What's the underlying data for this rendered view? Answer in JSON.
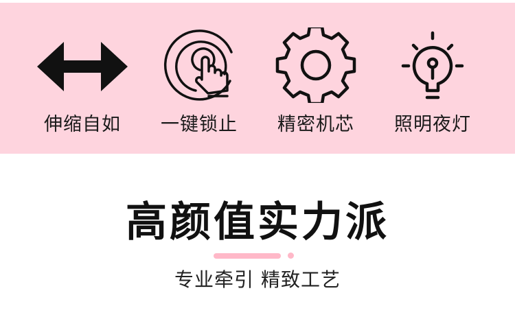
{
  "colors": {
    "band_background": "#fed4de",
    "icon_color": "#111111",
    "accent_pink": "#ffb8c8",
    "page_background": "#ffffff"
  },
  "features": [
    {
      "icon": "double-arrow-icon",
      "label": "伸缩自如"
    },
    {
      "icon": "touch-button-icon",
      "label": "一键锁止"
    },
    {
      "icon": "gear-icon",
      "label": "精密机芯"
    },
    {
      "icon": "light-bulb-icon",
      "label": "照明夜灯"
    }
  ],
  "headline": "高颜值实力派",
  "subtitle": "专业牵引 精致工艺"
}
